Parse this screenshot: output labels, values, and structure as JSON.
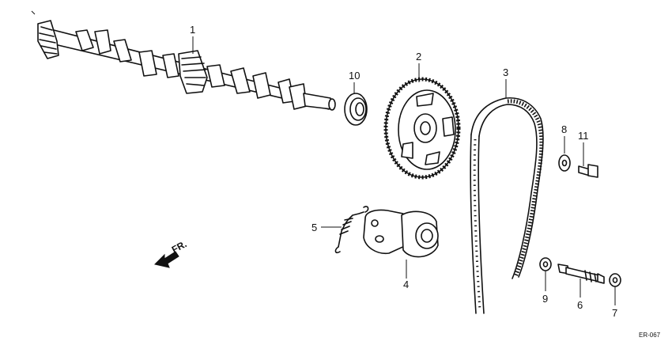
{
  "callouts": [
    {
      "id": "1",
      "label": "1"
    },
    {
      "id": "2",
      "label": "2"
    },
    {
      "id": "3",
      "label": "3"
    },
    {
      "id": "4",
      "label": "4"
    },
    {
      "id": "5",
      "label": "5"
    },
    {
      "id": "6",
      "label": "6"
    },
    {
      "id": "7",
      "label": "7"
    },
    {
      "id": "8",
      "label": "8"
    },
    {
      "id": "9",
      "label": "9"
    },
    {
      "id": "10",
      "label": "10"
    },
    {
      "id": "11",
      "label": "11"
    }
  ],
  "front_indicator": "FR.",
  "diagram_ref": "ER-067",
  "colors": {
    "ink": "#111111",
    "background": "#ffffff"
  }
}
